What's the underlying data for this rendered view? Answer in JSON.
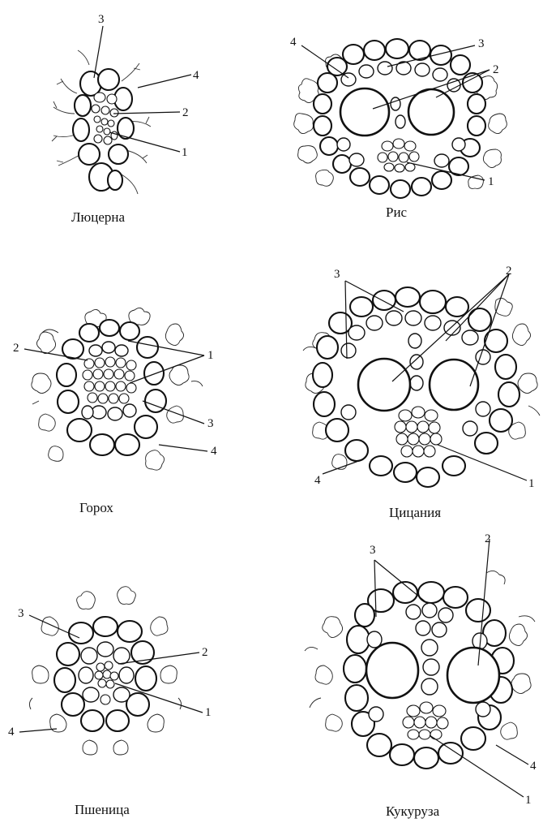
{
  "figures": [
    {
      "id": "lucerne",
      "caption": "Люцерна",
      "labels": [
        "3",
        "4",
        "2",
        "1"
      ]
    },
    {
      "id": "rice",
      "caption": "Рис",
      "labels": [
        "4",
        "3",
        "2",
        "1"
      ]
    },
    {
      "id": "pea",
      "caption": "Горох",
      "labels": [
        "2",
        "1",
        "3",
        "4"
      ]
    },
    {
      "id": "zizania",
      "caption": "Цицания",
      "labels": [
        "3",
        "2",
        "4",
        "1"
      ]
    },
    {
      "id": "wheat",
      "caption": "Пшеница",
      "labels": [
        "3",
        "2",
        "1",
        "4"
      ]
    },
    {
      "id": "maize",
      "caption": "Кукуруза",
      "labels": [
        "3",
        "2",
        "4",
        "1"
      ]
    }
  ]
}
